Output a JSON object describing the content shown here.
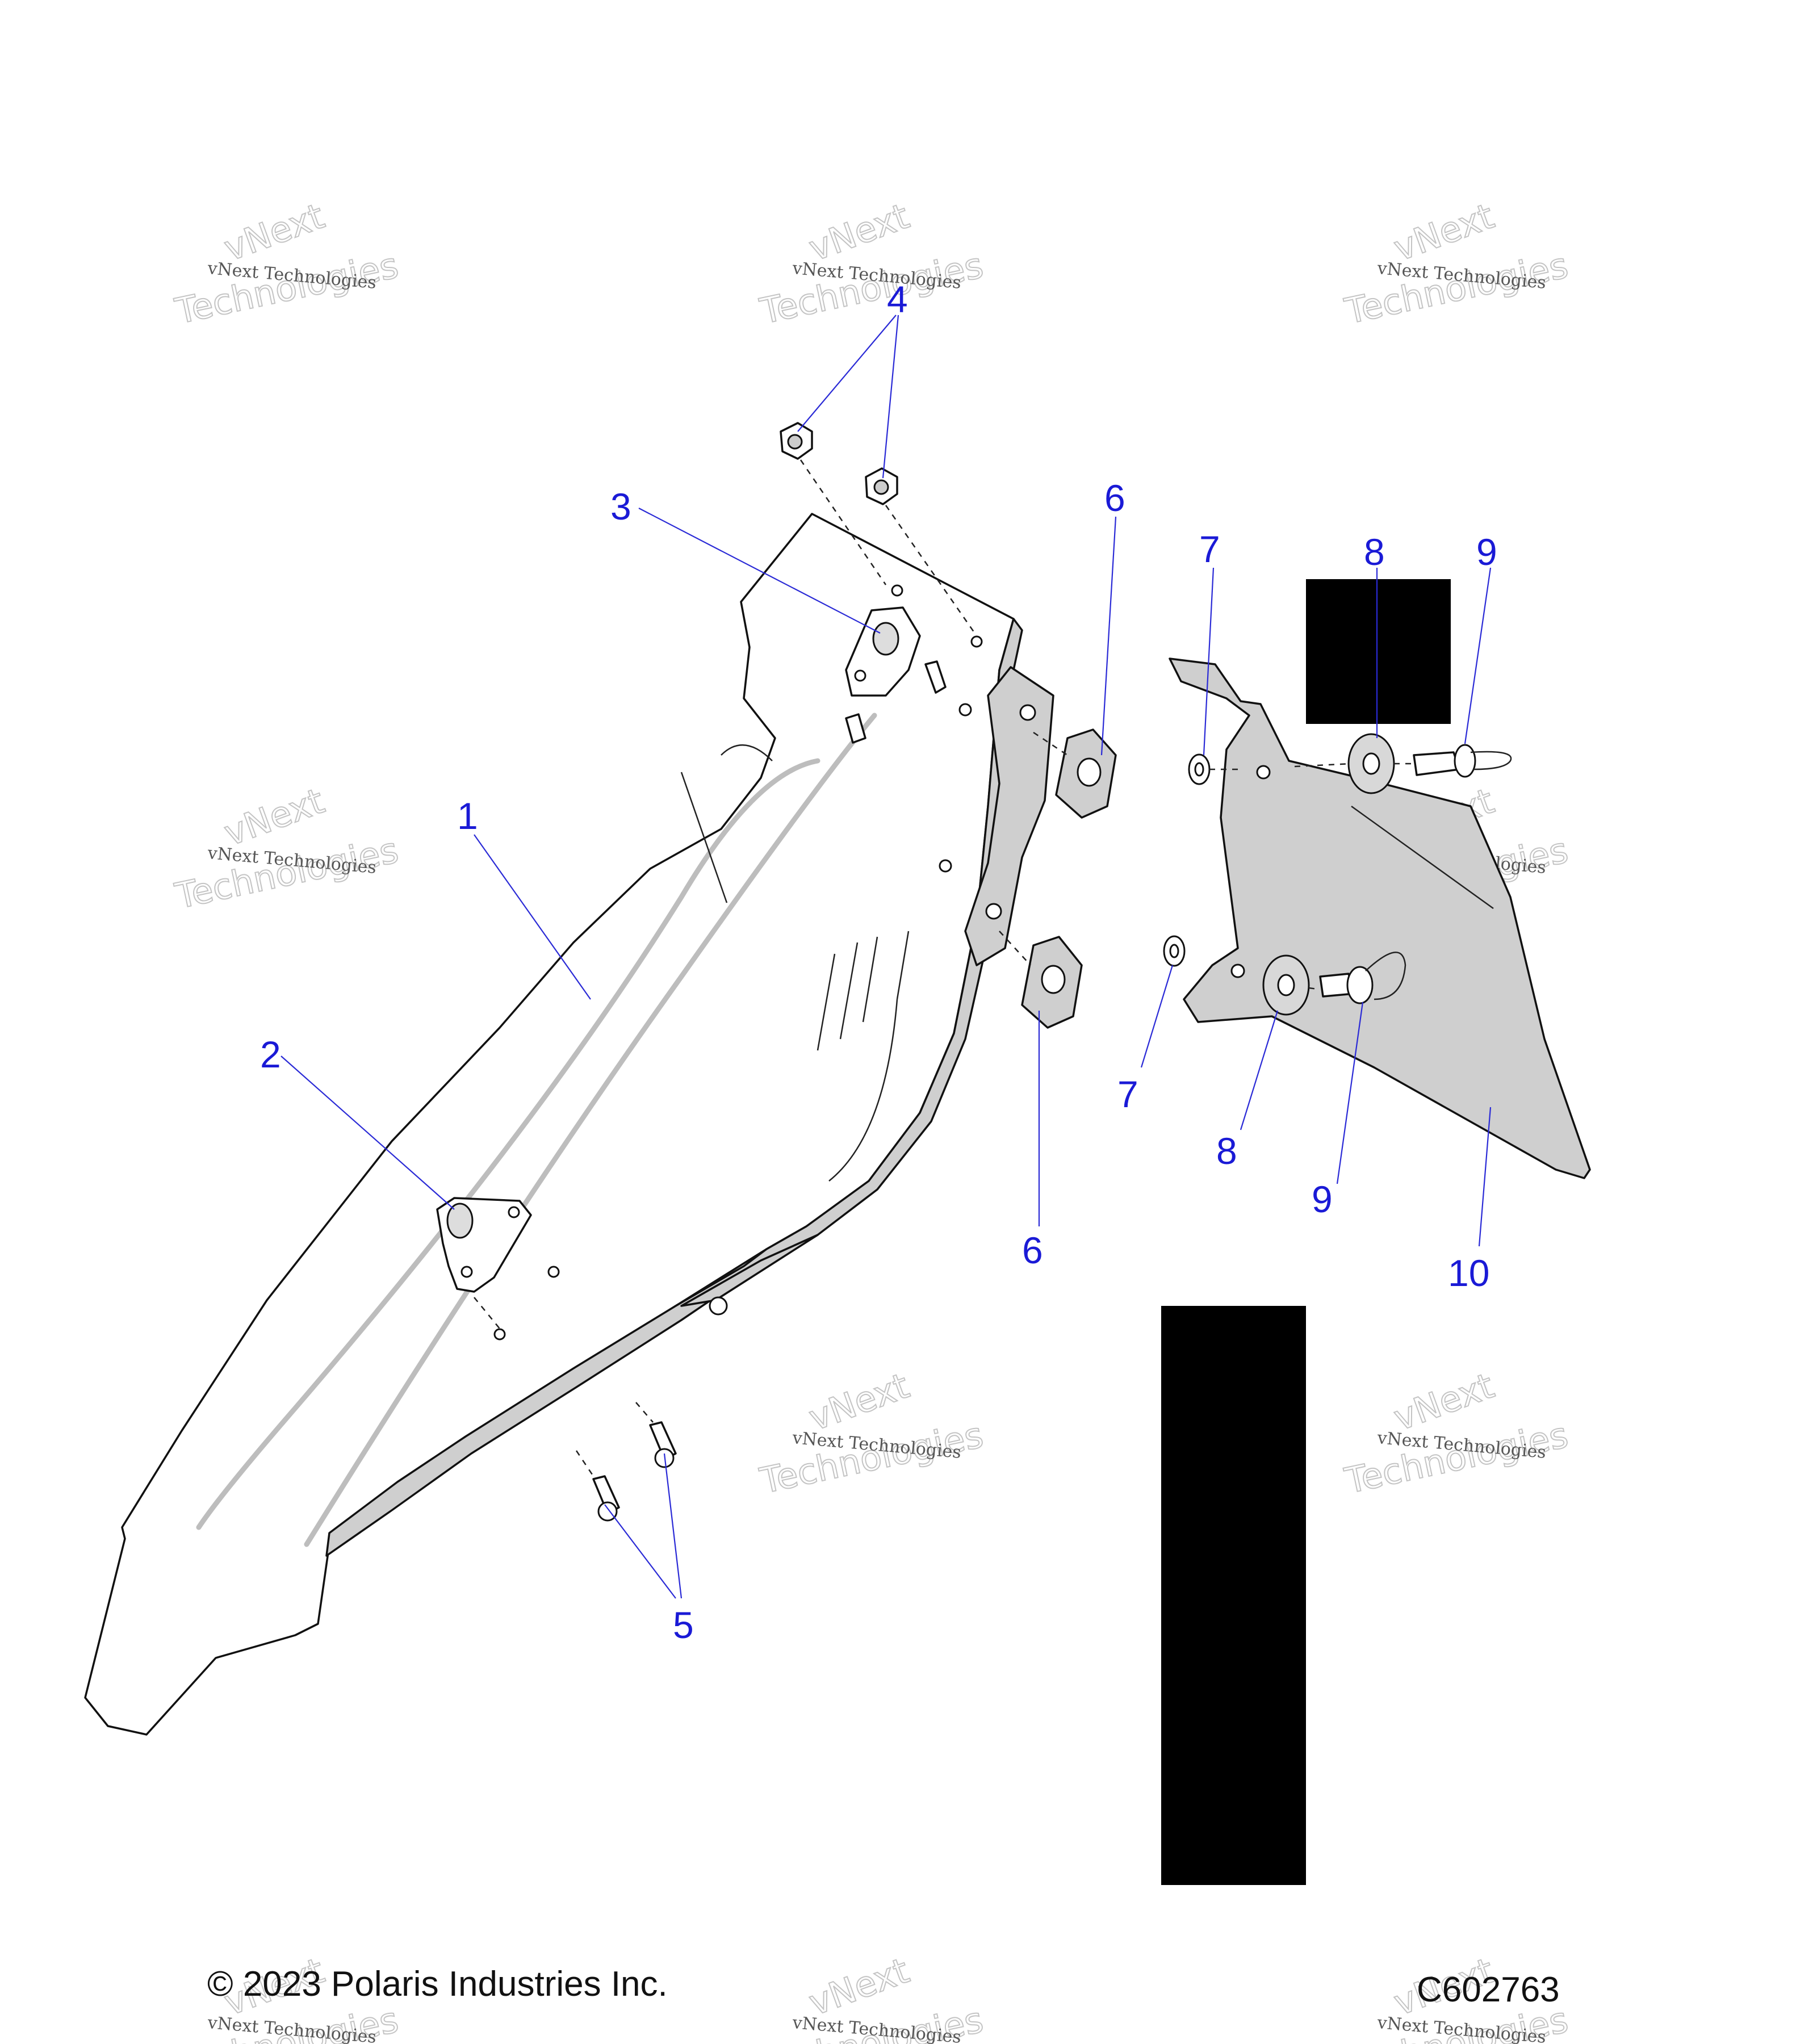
{
  "callouts": [
    {
      "id": "1",
      "label": "1"
    },
    {
      "id": "2",
      "label": "2"
    },
    {
      "id": "3",
      "label": "3"
    },
    {
      "id": "4",
      "label": "4"
    },
    {
      "id": "5",
      "label": "5"
    },
    {
      "id": "6a",
      "label": "6"
    },
    {
      "id": "6b",
      "label": "6"
    },
    {
      "id": "7a",
      "label": "7"
    },
    {
      "id": "7b",
      "label": "7"
    },
    {
      "id": "8a",
      "label": "8"
    },
    {
      "id": "8b",
      "label": "8"
    },
    {
      "id": "9a",
      "label": "9"
    },
    {
      "id": "9b",
      "label": "9"
    },
    {
      "id": "10",
      "label": "10"
    }
  ],
  "watermark": {
    "small": "vNext Technologies",
    "large_top": "vNext",
    "large_bottom": "Technologies"
  },
  "footer": {
    "copyright": "© 2023 Polaris Industries Inc.",
    "diagram_code": "C602763"
  }
}
